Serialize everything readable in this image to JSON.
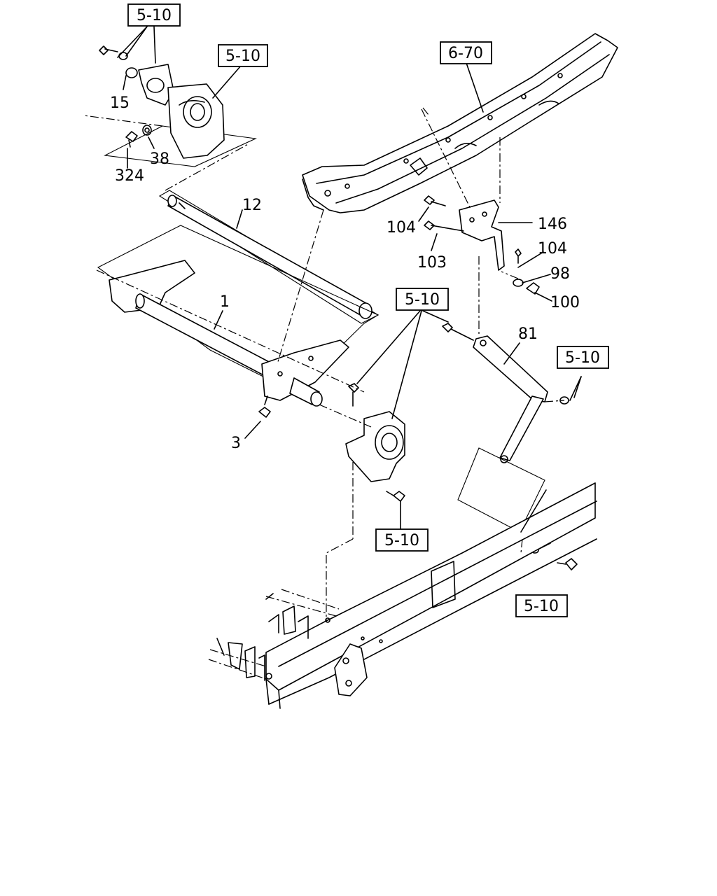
{
  "callouts": {
    "ref_top_left": "5-10",
    "ref_bracket_top": "5-10",
    "ref_crossmember": "6-70",
    "ref_mid_center": "5-10",
    "ref_right": "5-10",
    "ref_lower_center": "5-10",
    "ref_lower_right": "5-10"
  },
  "parts": {
    "p15": "15",
    "p38": "38",
    "p324": "324",
    "p12": "12",
    "p1": "1",
    "p3": "3",
    "p104a": "104",
    "p103": "103",
    "p146": "146",
    "p104b": "104",
    "p98": "98",
    "p100": "100",
    "p81": "81"
  }
}
